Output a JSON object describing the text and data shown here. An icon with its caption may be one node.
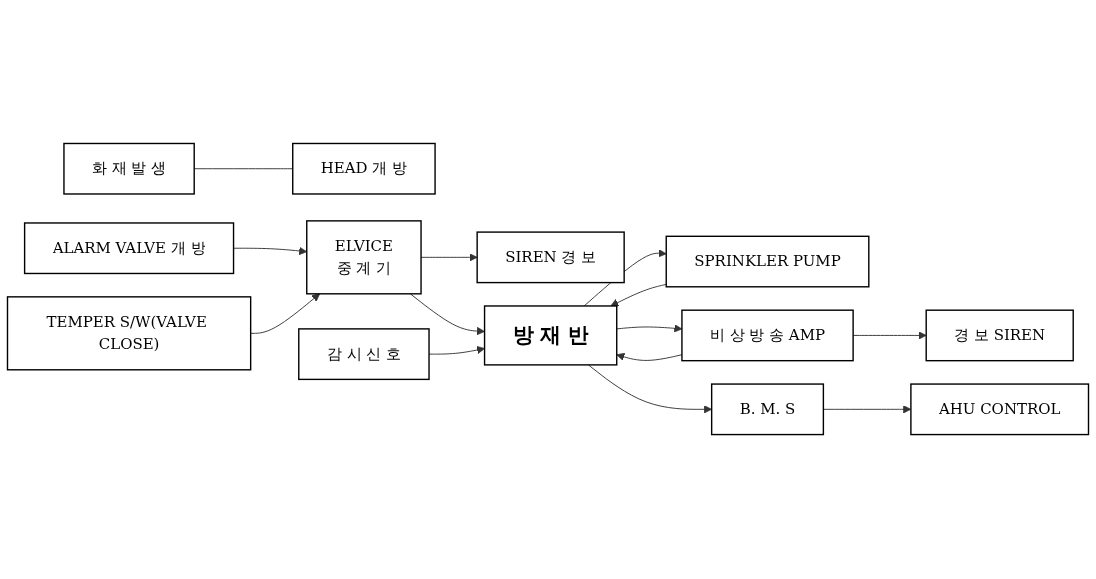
{
  "diagram": {
    "nodes": [
      {
        "text": [
          "화 재 발 생"
        ]
      },
      {
        "text": [
          "HEAD 개 방"
        ]
      },
      {
        "text": [
          "AHU CONTROL"
        ]
      },
      {
        "text": [
          "ALARM VALVE 개 방"
        ]
      },
      {
        "text": [
          "경 보 SIREN"
        ]
      },
      {
        "text": [
          "TEMPER S/W(VALVE CLOSE)"
        ]
      },
      {
        "text": [
          "SIREN 경 보"
        ]
      },
      {
        "text": [
          "ELVICE",
          "중 계 기"
        ]
      },
      {
        "text": [
          "감 시 신 호"
        ]
      },
      {
        "text": [
          "SPRINKLER PUMP"
        ]
      },
      {
        "text": [
          "방 재 반"
        ]
      },
      {
        "text": [
          "비 상 방 송 AMP"
        ]
      },
      {
        "text": [
          "B. M. S"
        ]
      }
    ],
    "edges": [
      {
        "from": 0,
        "to": 1,
        "arrow": "none"
      },
      {
        "from": 3,
        "to": 7,
        "arrow": "to"
      },
      {
        "from": 5,
        "to": 7,
        "arrow": "to"
      },
      {
        "from": 7,
        "to": 6,
        "arrow": "to"
      },
      {
        "from": 7,
        "to": 10,
        "arrow": "to"
      },
      {
        "from": 8,
        "to": 10,
        "arrow": "to"
      },
      {
        "from": 9,
        "to": 10,
        "arrow": "to"
      },
      {
        "from": 10,
        "to": 9,
        "arrow": "to"
      },
      {
        "from": 10,
        "to": 11,
        "arrow": "to"
      },
      {
        "from": 11,
        "to": 10,
        "arrow": "to"
      },
      {
        "from": 10,
        "to": 12,
        "arrow": "to"
      },
      {
        "from": 12,
        "to": 2,
        "arrow": "to"
      },
      {
        "from": 11,
        "to": 4,
        "arrow": "to"
      }
    ]
  }
}
